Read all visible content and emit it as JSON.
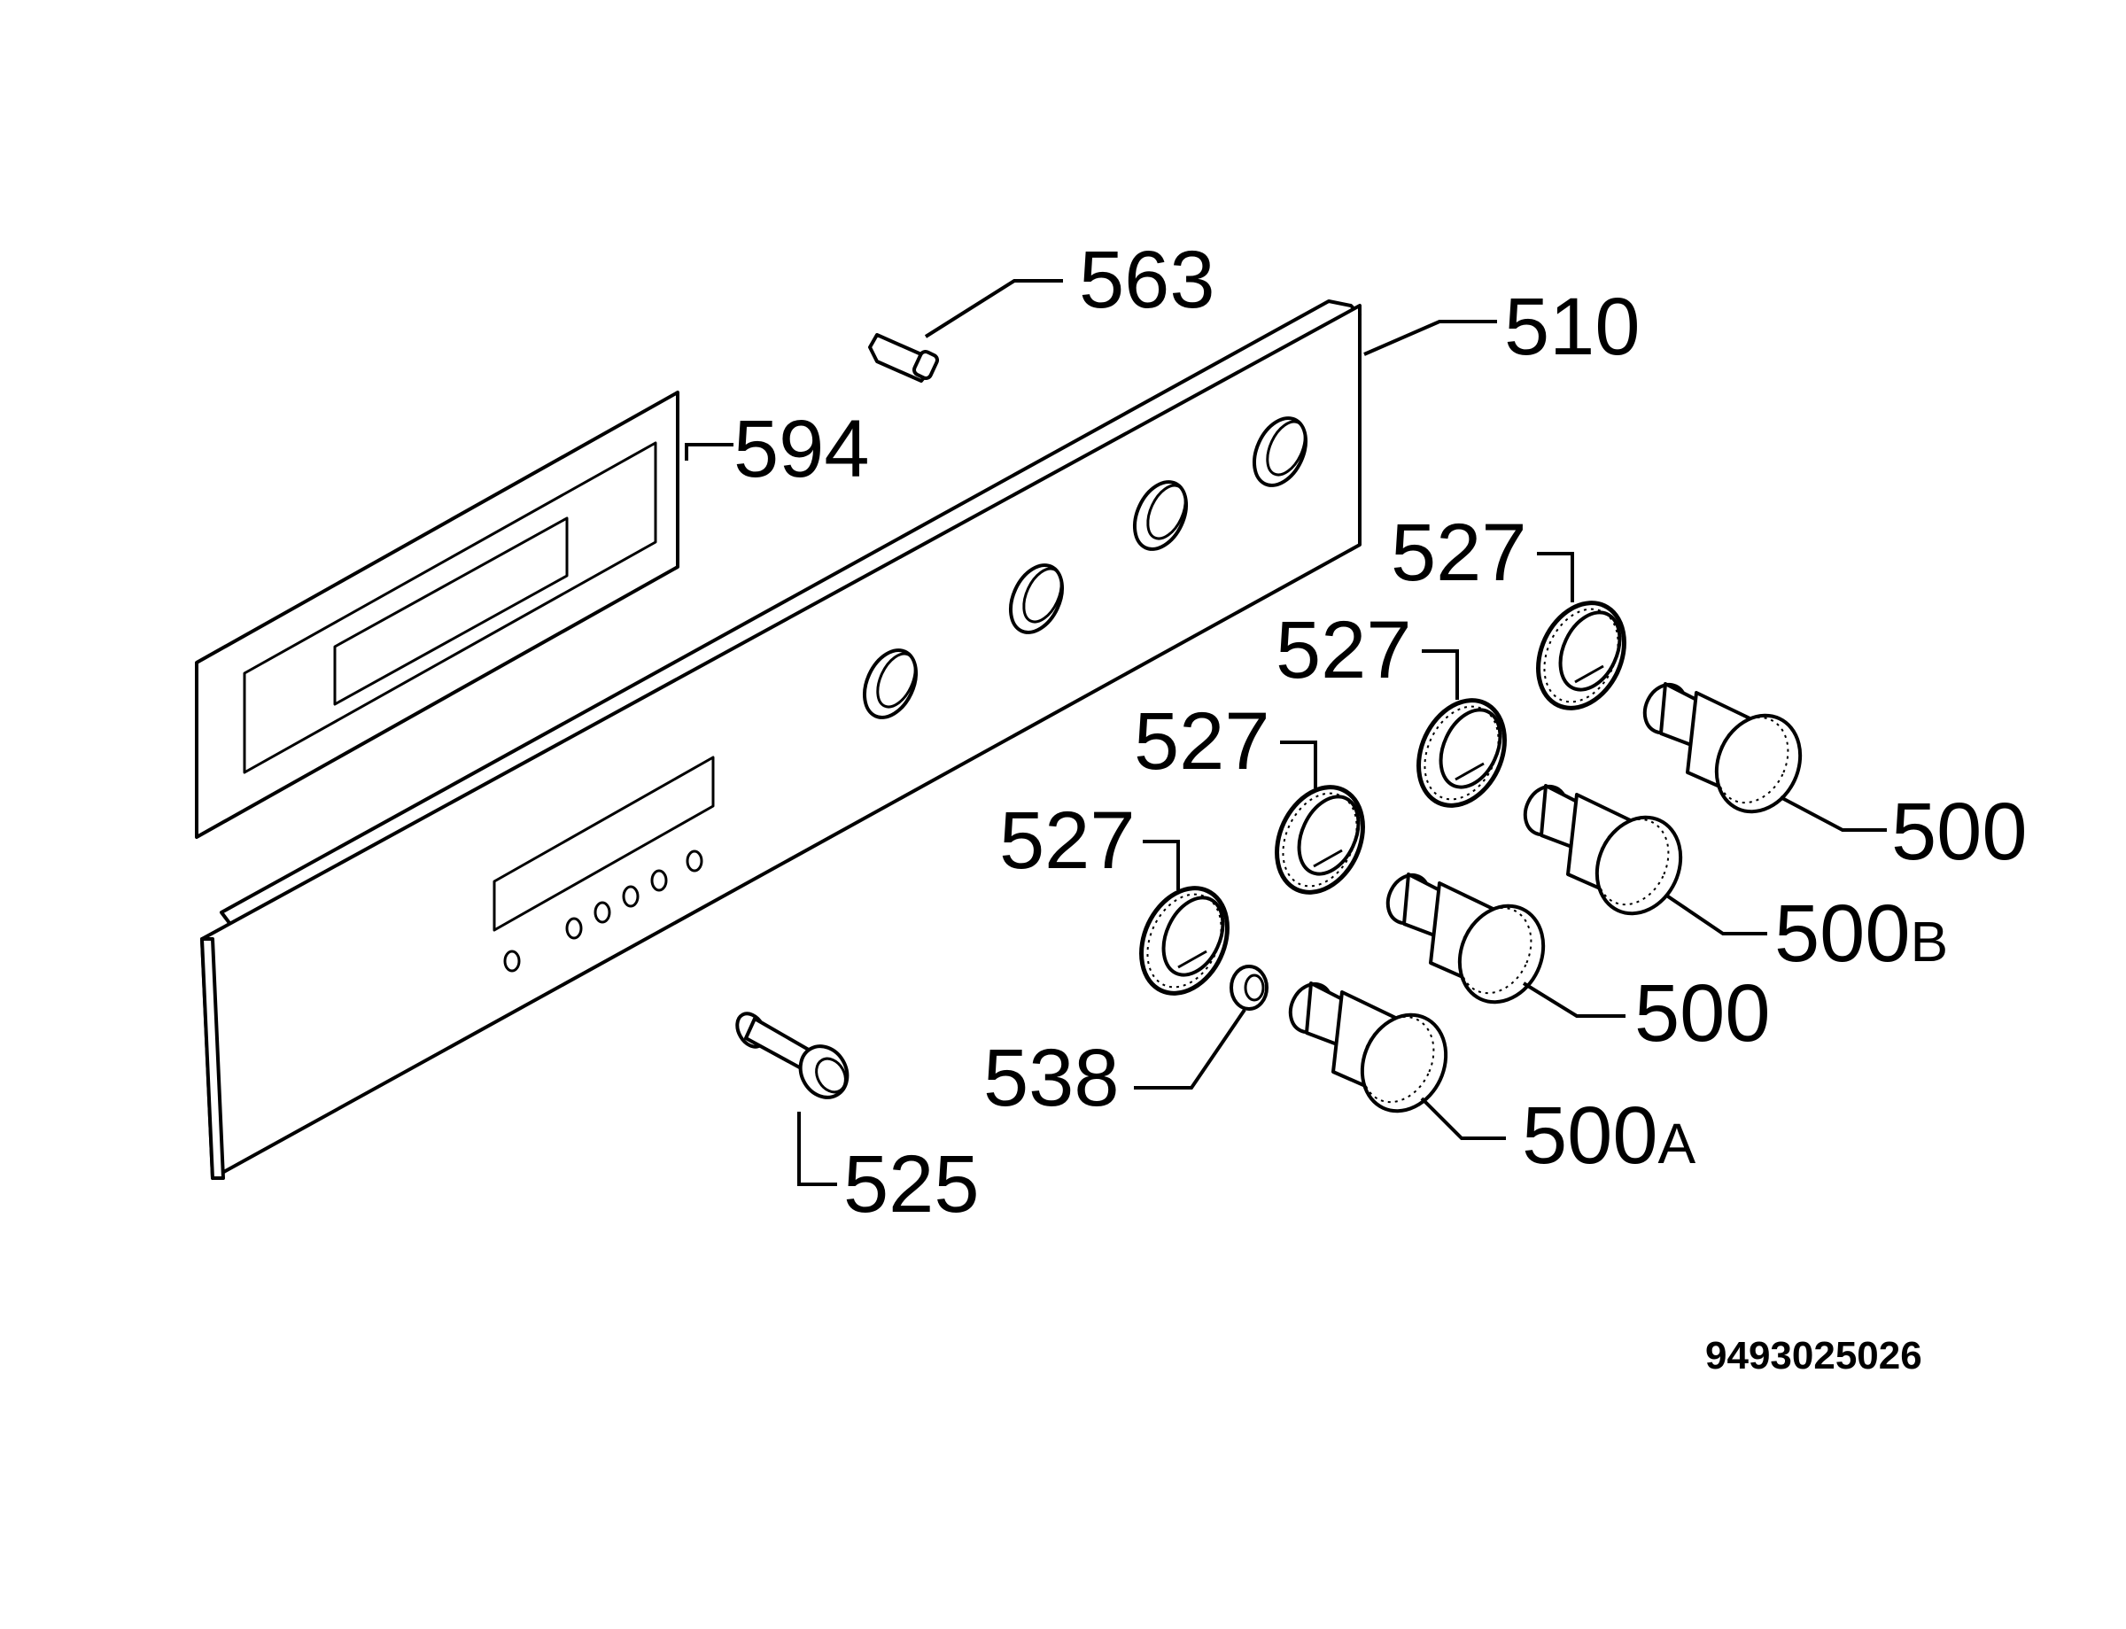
{
  "labels": {
    "p563": "563",
    "p510": "510",
    "p594": "594",
    "p527_a": "527",
    "p527_b": "527",
    "p527_c": "527",
    "p527_d": "527",
    "p500_a": "500",
    "p500b": {
      "num": "500",
      "suffix": "B"
    },
    "p500_b": "500",
    "p500a": {
      "num": "500",
      "suffix": "A"
    },
    "p538": "538",
    "p525": "525"
  },
  "diagram_code": "9493025026",
  "colors": {
    "line": "#000000",
    "background": "#ffffff"
  }
}
